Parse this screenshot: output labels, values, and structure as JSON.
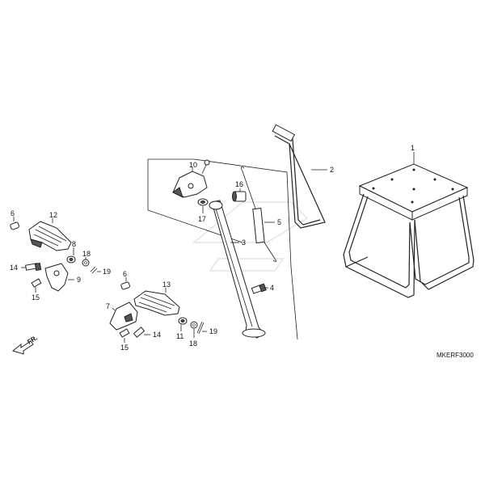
{
  "diagram": {
    "code": "MKERF3000",
    "direction_label": "FR.",
    "callouts": [
      {
        "id": "c1",
        "text": "1"
      },
      {
        "id": "c2",
        "text": "2"
      },
      {
        "id": "c3",
        "text": "3"
      },
      {
        "id": "c4",
        "text": "4"
      },
      {
        "id": "c5",
        "text": "5"
      },
      {
        "id": "c6a",
        "text": "6"
      },
      {
        "id": "c6b",
        "text": "6"
      },
      {
        "id": "c7",
        "text": "7"
      },
      {
        "id": "c8",
        "text": "8"
      },
      {
        "id": "c9",
        "text": "9"
      },
      {
        "id": "c10",
        "text": "10"
      },
      {
        "id": "c11",
        "text": "11"
      },
      {
        "id": "c12",
        "text": "12"
      },
      {
        "id": "c13",
        "text": "13"
      },
      {
        "id": "c14a",
        "text": "14"
      },
      {
        "id": "c14b",
        "text": "14"
      },
      {
        "id": "c15a",
        "text": "15"
      },
      {
        "id": "c15b",
        "text": "15"
      },
      {
        "id": "c16",
        "text": "16"
      },
      {
        "id": "c17",
        "text": "17"
      },
      {
        "id": "c18a",
        "text": "18"
      },
      {
        "id": "c18b",
        "text": "18"
      },
      {
        "id": "c19a",
        "text": "19"
      },
      {
        "id": "c19b",
        "text": "19"
      }
    ]
  }
}
